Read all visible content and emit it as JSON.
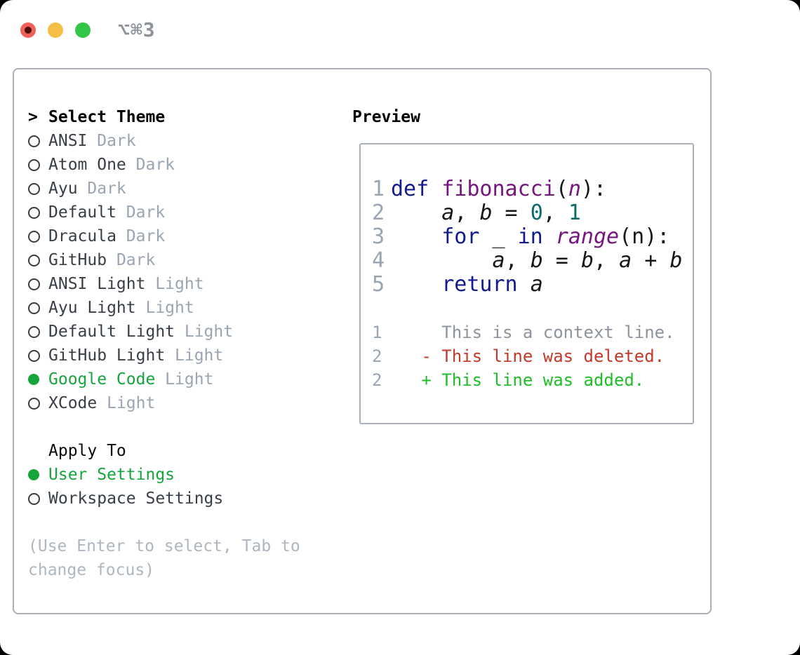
{
  "window": {
    "title": "⌥⌘3"
  },
  "colors": {
    "tl_close": "#f0605a",
    "tl_close_dot": "#4c0d0a",
    "tl_minimize": "#f5bf45",
    "tl_zoom": "#32c546",
    "title_gray": "#8e939a",
    "panel_border": "#a9b0b9",
    "item_dark": "#383e46",
    "variant_gray": "#9aa5b1",
    "green_selected": "#16a53c",
    "help_gray": "#aeb6c0",
    "gutter_gray": "#9aa5b3",
    "diff_context": "#8d949d",
    "diff_deleted": "#c43a28",
    "diff_added": "#1fbe27",
    "syn_keyword": "#121b8d",
    "syn_function": "#75157d",
    "syn_plain": "#15171a",
    "syn_literal": "#0a6b68"
  },
  "theme_list": {
    "header": {
      "marker": ">",
      "label": "Select Theme"
    },
    "items": [
      {
        "name": "ANSI",
        "variant": "Dark",
        "selected": false
      },
      {
        "name": "Atom One",
        "variant": "Dark",
        "selected": false
      },
      {
        "name": "Ayu",
        "variant": "Dark",
        "selected": false
      },
      {
        "name": "Default",
        "variant": "Dark",
        "selected": false
      },
      {
        "name": "Dracula",
        "variant": "Dark",
        "selected": false
      },
      {
        "name": "GitHub",
        "variant": "Dark",
        "selected": false
      },
      {
        "name": "ANSI Light",
        "variant": "Light",
        "selected": false
      },
      {
        "name": "Ayu Light",
        "variant": "Light",
        "selected": false
      },
      {
        "name": "Default Light",
        "variant": "Light",
        "selected": false
      },
      {
        "name": "GitHub Light",
        "variant": "Light",
        "selected": false
      },
      {
        "name": "Google Code",
        "variant": "Light",
        "selected": true
      },
      {
        "name": "XCode",
        "variant": "Light",
        "selected": false
      }
    ]
  },
  "apply_to": {
    "header": "Apply To",
    "options": [
      {
        "label": "User Settings",
        "selected": true
      },
      {
        "label": "Workspace Settings",
        "selected": false
      }
    ]
  },
  "help_lines": [
    "(Use Enter to select, Tab to",
    "change focus)"
  ],
  "preview": {
    "label": "Preview",
    "code_lines": [
      {
        "num": "1",
        "tokens": [
          [
            "def",
            "kw"
          ],
          [
            " ",
            "pln"
          ],
          [
            "fibonacci",
            "fn"
          ],
          [
            "(",
            "pln"
          ],
          [
            "n",
            "fni"
          ],
          [
            "):",
            "pln"
          ]
        ]
      },
      {
        "num": "2",
        "tokens": [
          [
            "    ",
            "pln"
          ],
          [
            "a",
            "var"
          ],
          [
            ", ",
            "pln"
          ],
          [
            "b",
            "var"
          ],
          [
            " = ",
            "pln"
          ],
          [
            "0",
            "lit"
          ],
          [
            ", ",
            "pln"
          ],
          [
            "1",
            "lit"
          ]
        ]
      },
      {
        "num": "3",
        "tokens": [
          [
            "    ",
            "pln"
          ],
          [
            "for",
            "kw"
          ],
          [
            " _ ",
            "pln"
          ],
          [
            "in",
            "kw"
          ],
          [
            " ",
            "pln"
          ],
          [
            "range",
            "fni"
          ],
          [
            "(n):",
            "pln"
          ]
        ]
      },
      {
        "num": "4",
        "tokens": [
          [
            "        ",
            "pln"
          ],
          [
            "a",
            "var"
          ],
          [
            ", ",
            "pln"
          ],
          [
            "b",
            "var"
          ],
          [
            " = ",
            "pln"
          ],
          [
            "b",
            "var"
          ],
          [
            ", ",
            "pln"
          ],
          [
            "a",
            "var"
          ],
          [
            " + ",
            "pln"
          ],
          [
            "b",
            "var"
          ]
        ]
      },
      {
        "num": "5",
        "tokens": [
          [
            "    ",
            "pln"
          ],
          [
            "return",
            "kw"
          ],
          [
            " ",
            "pln"
          ],
          [
            "a",
            "var"
          ]
        ]
      }
    ],
    "diff_lines": [
      {
        "num": "1",
        "text": "     This is a context line.",
        "kind": "context"
      },
      {
        "num": "2",
        "text": "   - This line was deleted.",
        "kind": "deleted"
      },
      {
        "num": "2",
        "text": "   + This line was added.",
        "kind": "added"
      }
    ]
  }
}
